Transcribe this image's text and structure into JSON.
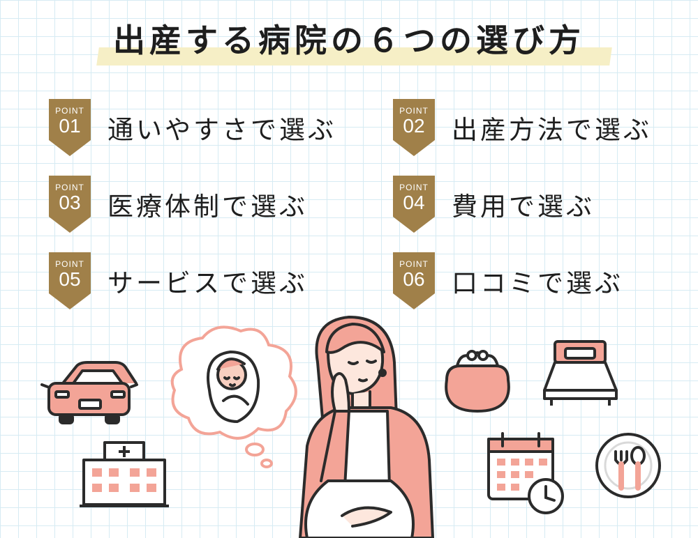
{
  "title": "出産する病院の６つの選び方",
  "points": [
    {
      "label": "POINT",
      "number": "01",
      "text": "通いやすさで選ぶ"
    },
    {
      "label": "POINT",
      "number": "02",
      "text": "出産方法で選ぶ"
    },
    {
      "label": "POINT",
      "number": "03",
      "text": "医療体制で選ぶ"
    },
    {
      "label": "POINT",
      "number": "04",
      "text": "費用で選ぶ"
    },
    {
      "label": "POINT",
      "number": "05",
      "text": "サービスで選ぶ"
    },
    {
      "label": "POINT",
      "number": "06",
      "text": "口コミで選ぶ"
    }
  ],
  "colors": {
    "badge": "#a08049",
    "accent_pink": "#f3a497",
    "highlight": "#f6efc6",
    "grid": "#d6ebf3"
  }
}
